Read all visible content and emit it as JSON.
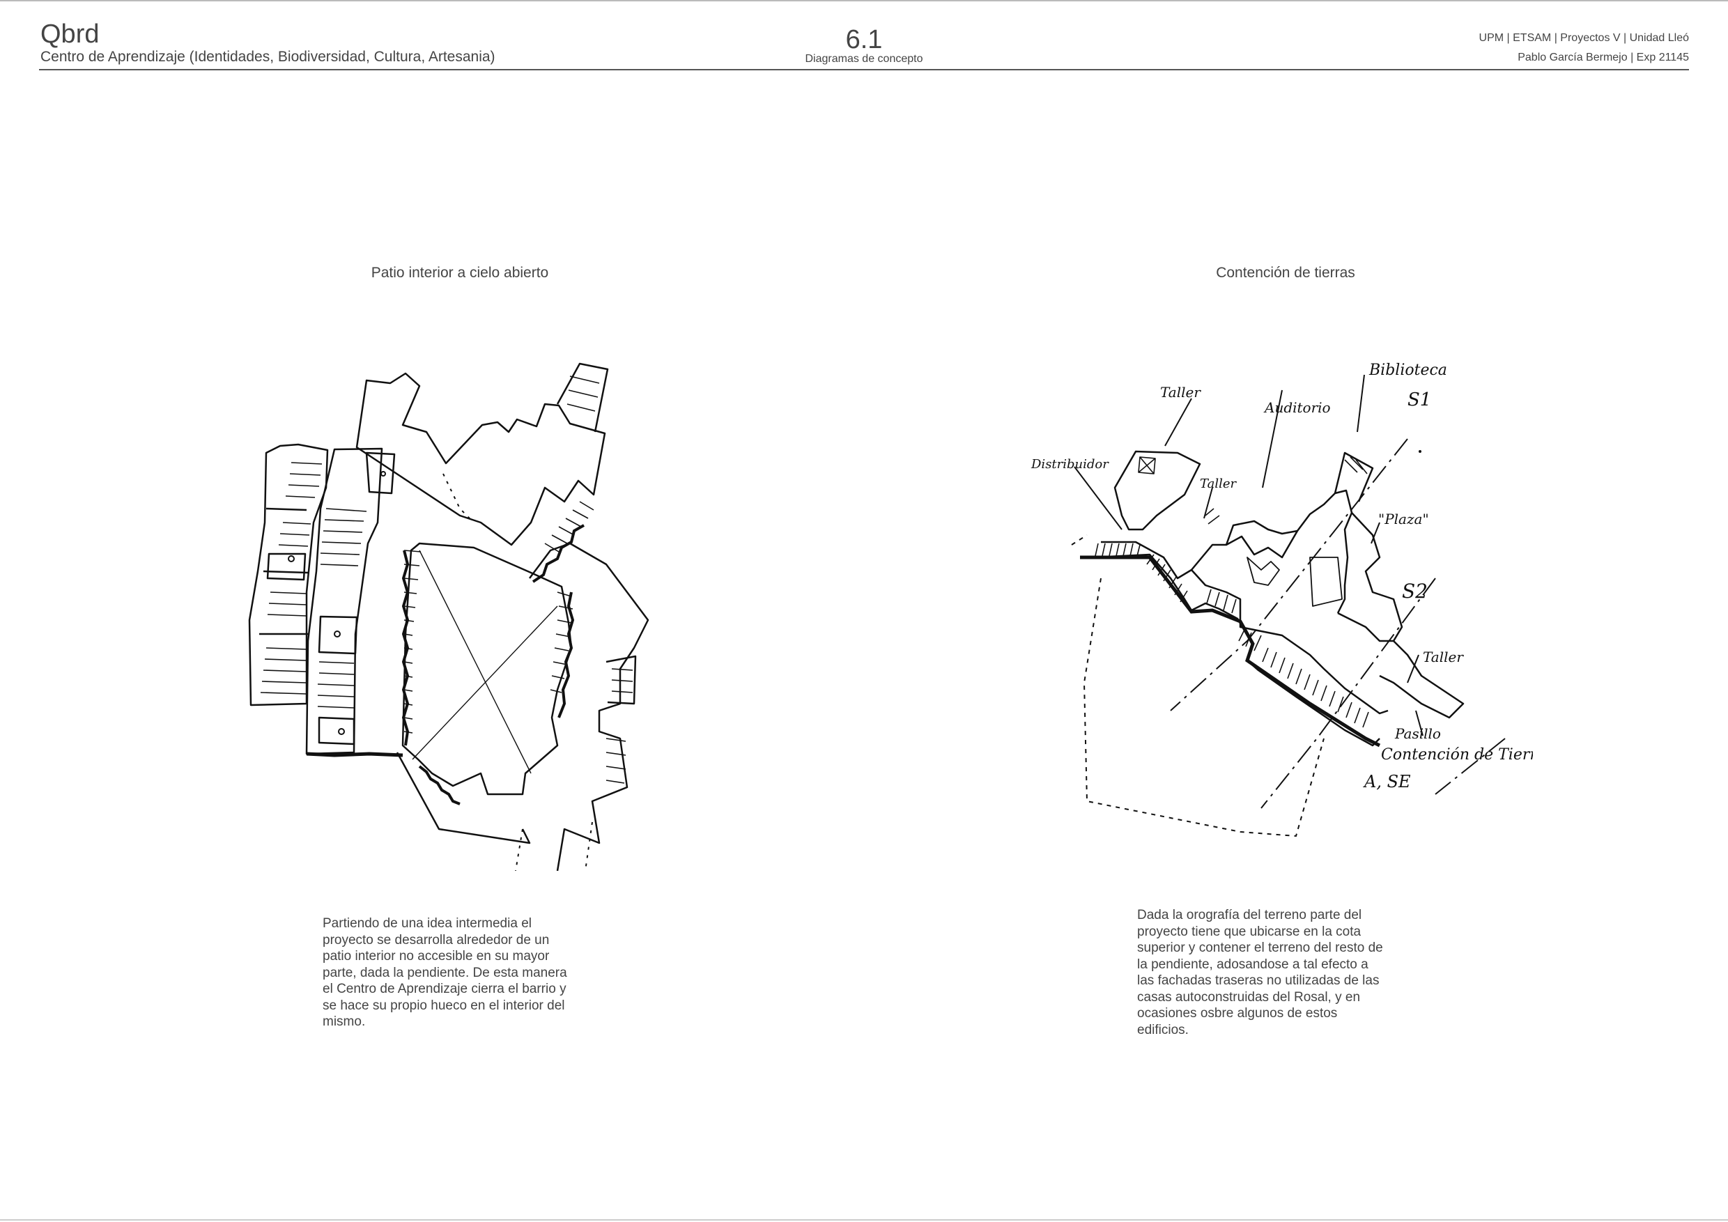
{
  "header": {
    "title": "Qbrd",
    "subtitle": "Centro de Aprendizaje (Identidades, Biodiversidad, Cultura, Artesania)",
    "section_number": "6.1",
    "section_title": "Diagramas de concepto",
    "info_line1": "UPM | ETSAM | Proyectos V | Unidad Lleó",
    "info_line2": "Pablo García Bermejo | Exp 21145"
  },
  "left_panel": {
    "caption": "Patio interior a cielo abierto",
    "text_lines": [
      "Partiendo de una idea intermedia el",
      "proyecto se desarrolla alrededor de un",
      "patio interior no accesible en su mayor",
      "parte, dada la pendiente. De esta manera",
      "el Centro de Aprendizaje cierra el barrio y",
      "se hace su propio hueco en el interior del",
      "mismo."
    ]
  },
  "right_panel": {
    "caption": "Contención de tierras",
    "sketch_labels": {
      "biblioteca": "Biblioteca",
      "taller_top": "Taller",
      "auditorio": "Auditorio",
      "s1": "S1",
      "distribuidor": "Distribuidor",
      "taller_mid": "Taller",
      "plaza": "\"Plaza\"",
      "s2": "S2",
      "taller_right": "Taller",
      "pasillo": "Pasillo",
      "contencion": "Contención de Tierras.",
      "ase": "A, SE"
    },
    "text_lines": [
      "Dada la orografía del terreno parte del",
      "proyecto tiene que ubicarse en la cota",
      "superior y contener el terreno del resto de",
      "la pendiente, adosandose a tal efecto a",
      "las fachadas traseras no utilizadas de las",
      "casas autoconstruidas del Rosal, y en",
      "ocasiones osbre algunos de estos",
      "edificios."
    ]
  }
}
